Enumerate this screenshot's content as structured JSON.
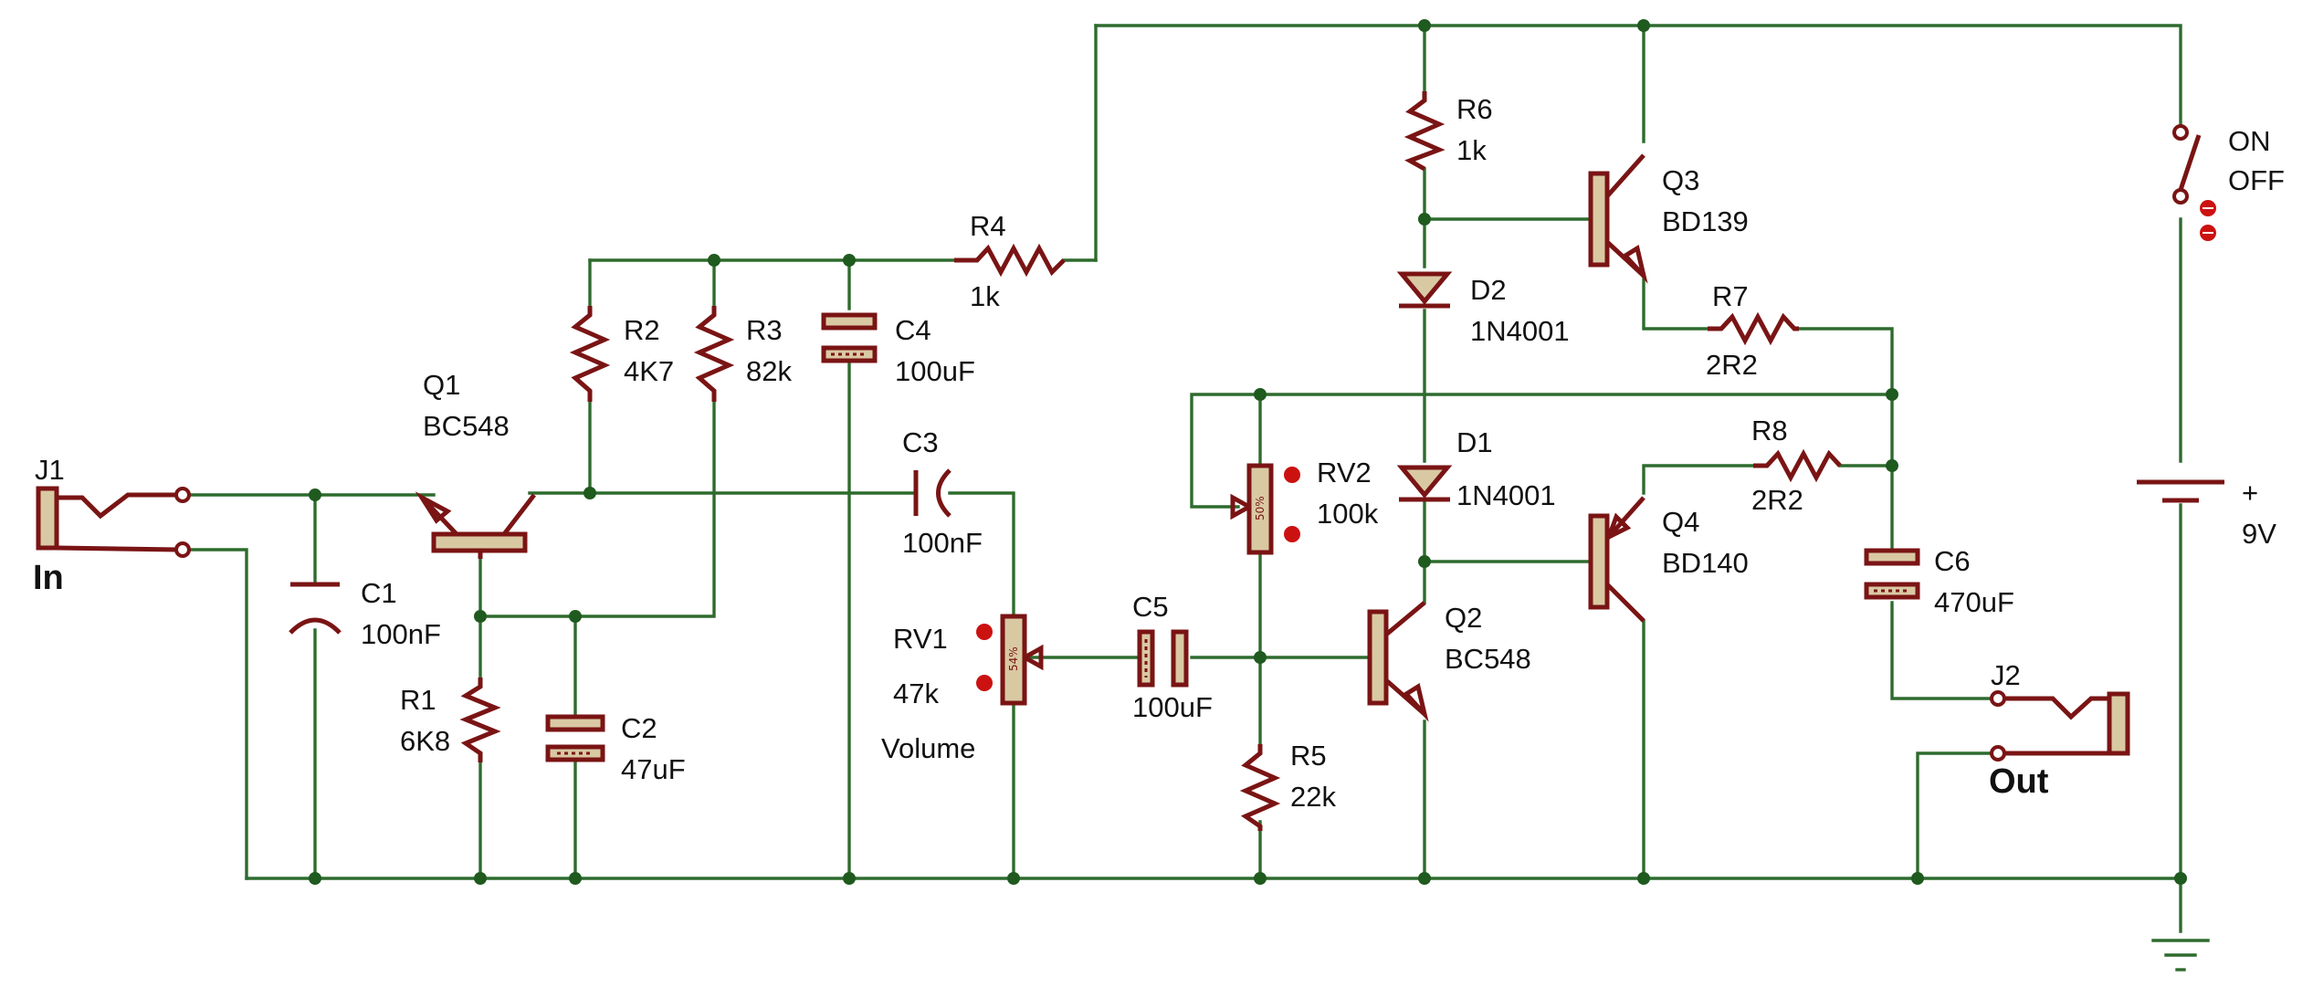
{
  "components": {
    "J1": {
      "ref": "J1",
      "label": "In"
    },
    "J2": {
      "ref": "J2",
      "label": "Out"
    },
    "C1": {
      "ref": "C1",
      "value": "100nF"
    },
    "C2": {
      "ref": "C2",
      "value": "47uF"
    },
    "C3": {
      "ref": "C3",
      "value": "100nF"
    },
    "C4": {
      "ref": "C4",
      "value": "100uF"
    },
    "C5": {
      "ref": "C5",
      "value": "100uF"
    },
    "C6": {
      "ref": "C6",
      "value": "470uF"
    },
    "R1": {
      "ref": "R1",
      "value": "6K8"
    },
    "R2": {
      "ref": "R2",
      "value": "4K7"
    },
    "R3": {
      "ref": "R3",
      "value": "82k"
    },
    "R4": {
      "ref": "R4",
      "value": "1k"
    },
    "R5": {
      "ref": "R5",
      "value": "22k"
    },
    "R6": {
      "ref": "R6",
      "value": "1k"
    },
    "R7": {
      "ref": "R7",
      "value": "2R2"
    },
    "R8": {
      "ref": "R8",
      "value": "2R2"
    },
    "RV1": {
      "ref": "RV1",
      "value": "47k",
      "note": "Volume",
      "wiper": "54%"
    },
    "RV2": {
      "ref": "RV2",
      "value": "100k",
      "wiper": "50%"
    },
    "Q1": {
      "ref": "Q1",
      "value": "BC548"
    },
    "Q2": {
      "ref": "Q2",
      "value": "BC548"
    },
    "Q3": {
      "ref": "Q3",
      "value": "BD139"
    },
    "Q4": {
      "ref": "Q4",
      "value": "BD140"
    },
    "D1": {
      "ref": "D1",
      "value": "1N4001"
    },
    "D2": {
      "ref": "D2",
      "value": "1N4001"
    },
    "SW": {
      "on": "ON",
      "off": "OFF"
    },
    "BAT": {
      "plus": "+",
      "value": "9V"
    }
  },
  "colors": {
    "wire": "#2e6b2e",
    "component": "#7a1414",
    "body_fill": "#d9c9a3",
    "pin": "#cc1111"
  }
}
